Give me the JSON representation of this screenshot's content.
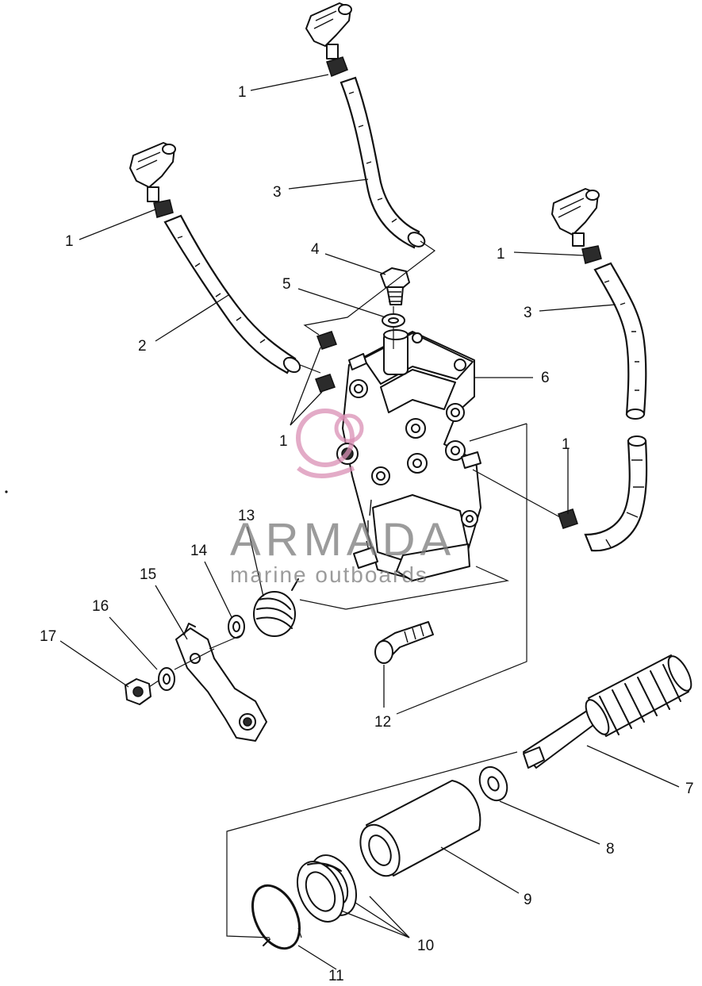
{
  "diagram": {
    "callouts": [
      {
        "id": "c1a",
        "label": "1"
      },
      {
        "id": "c1b",
        "label": "1"
      },
      {
        "id": "c1c",
        "label": "1"
      },
      {
        "id": "c1d",
        "label": "1"
      },
      {
        "id": "c1e",
        "label": "1"
      },
      {
        "id": "c2",
        "label": "2"
      },
      {
        "id": "c3a",
        "label": "3"
      },
      {
        "id": "c3b",
        "label": "3"
      },
      {
        "id": "c4",
        "label": "4"
      },
      {
        "id": "c5",
        "label": "5"
      },
      {
        "id": "c6",
        "label": "6"
      },
      {
        "id": "c7",
        "label": "7"
      },
      {
        "id": "c8",
        "label": "8"
      },
      {
        "id": "c9",
        "label": "9"
      },
      {
        "id": "c10",
        "label": "10"
      },
      {
        "id": "c11",
        "label": "11"
      },
      {
        "id": "c12",
        "label": "12"
      },
      {
        "id": "c13",
        "label": "13"
      },
      {
        "id": "c14",
        "label": "14"
      },
      {
        "id": "c15",
        "label": "15"
      },
      {
        "id": "c16",
        "label": "16"
      },
      {
        "id": "c17",
        "label": "17"
      }
    ]
  },
  "watermark": {
    "brand": "ARMADA",
    "tagline": "marine outboards",
    "logo_color": "#d98fb4",
    "text_color": "#7a7a7a"
  },
  "colors": {
    "ink": "#111111",
    "paper": "#ffffff"
  }
}
